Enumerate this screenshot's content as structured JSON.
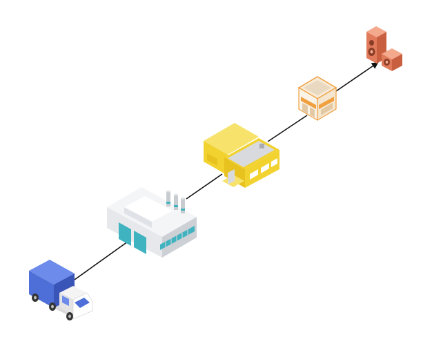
{
  "diagram": {
    "nodes": [
      {
        "id": "truck",
        "icon": "delivery-truck-icon"
      },
      {
        "id": "factory",
        "icon": "factory-icon"
      },
      {
        "id": "warehouse",
        "icon": "warehouse-icon"
      },
      {
        "id": "store",
        "icon": "retail-store-icon"
      },
      {
        "id": "speakers",
        "icon": "speakers-product-icon"
      }
    ],
    "edges": [
      {
        "from": "truck",
        "to": "factory",
        "arrow": false
      },
      {
        "from": "factory",
        "to": "warehouse",
        "arrow": false
      },
      {
        "from": "warehouse",
        "to": "store",
        "arrow": false
      },
      {
        "from": "store",
        "to": "speakers",
        "arrow": true
      }
    ],
    "colors": {
      "line": "#111111",
      "truck_cargo": "#4f6fd8",
      "factory_wall": "#e9ecef",
      "factory_accent": "#3fb3bf",
      "warehouse": "#f2d22e",
      "store_frame": "#f0a040",
      "speakers": "#e07a5a"
    }
  }
}
